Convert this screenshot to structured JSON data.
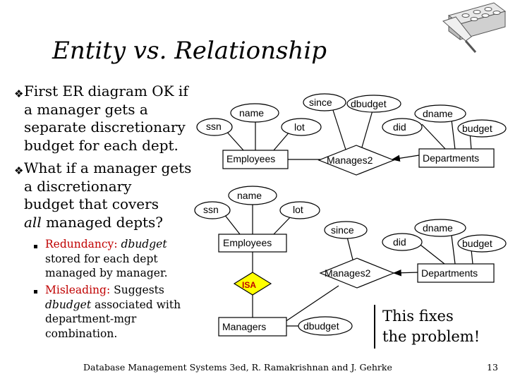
{
  "slide": {
    "title": "Entity vs. Relationship",
    "bullet1": [
      "First ER diagram OK if",
      "a manager gets a",
      "separate discretionary",
      "budget for each dept."
    ],
    "bullet2": [
      "What if a manager gets",
      "a discretionary",
      "budget that covers"
    ],
    "bullet2_last_italic": "all",
    "bullet2_last_rest": " managed depts?",
    "sub1_red": "Redundancy:",
    "sub1_italic": " dbudget",
    "sub1_rest": [
      "stored for each dept",
      "managed by manager."
    ],
    "sub2_red": "Misleading:",
    "sub2_line1_rest": " Suggests",
    "sub2_line2_italic": "dbudget",
    "sub2_line2_rest": " associated with",
    "sub2_rest": [
      "department-mgr",
      "combination."
    ],
    "fix_note": "This fixes the problem!",
    "footer": "Database Management Systems 3ed,  R. Ramakrishnan and J. Gehrke",
    "page_number": "13"
  },
  "diagram1": {
    "ssn": "ssn",
    "name": "name",
    "lot": "lot",
    "employees": "Employees",
    "since": "since",
    "dbudget": "dbudget",
    "manages": "Manages2",
    "did": "did",
    "dname": "dname",
    "budget": "budget",
    "departments": "Departments"
  },
  "diagram2": {
    "ssn": "ssn",
    "name": "name",
    "lot": "lot",
    "employees": "Employees",
    "isa": "ISA",
    "managers": "Managers",
    "dbudget": "dbudget",
    "since": "since",
    "manages": "Manages2",
    "did": "did",
    "dname": "dname",
    "budget": "budget",
    "departments": "Departments"
  },
  "colors": {
    "accent_red": "#c00000",
    "isa_fill": "#ffff00"
  }
}
